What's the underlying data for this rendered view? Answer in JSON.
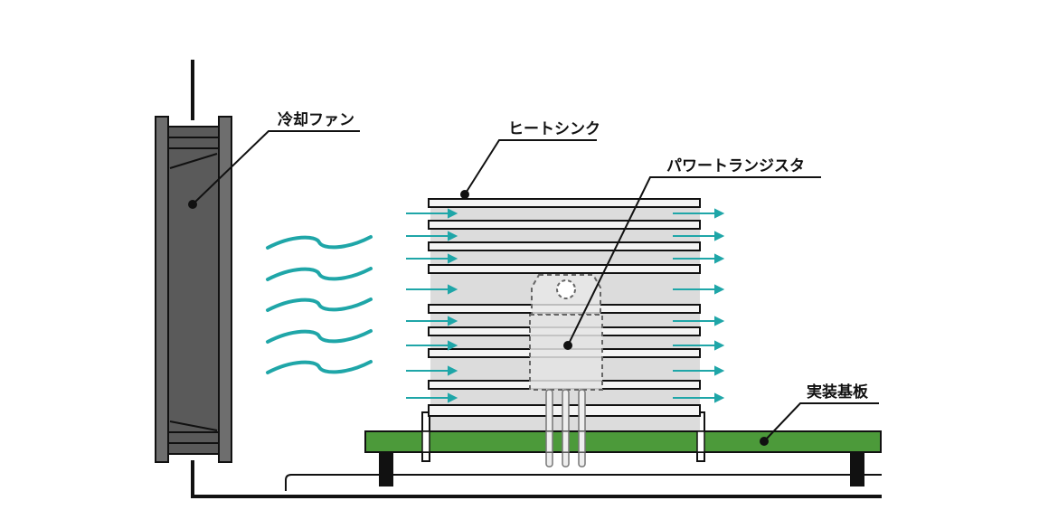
{
  "labels": {
    "fan": "冷却ファン",
    "heatsink": "ヒートシンク",
    "transistor": "パワートランジスタ",
    "board": "実装基板"
  },
  "colors": {
    "line": "#111111",
    "fan_body": "#5a5a5a",
    "fan_frame": "#6e6e6e",
    "heatsink_fin": "#f4f4f4",
    "heatsink_shade": "#dcdcdc",
    "transistor": "#e4e4e4",
    "board": "#4c9a3a",
    "airflow": "#1fa6a8",
    "standoff": "#111111"
  }
}
